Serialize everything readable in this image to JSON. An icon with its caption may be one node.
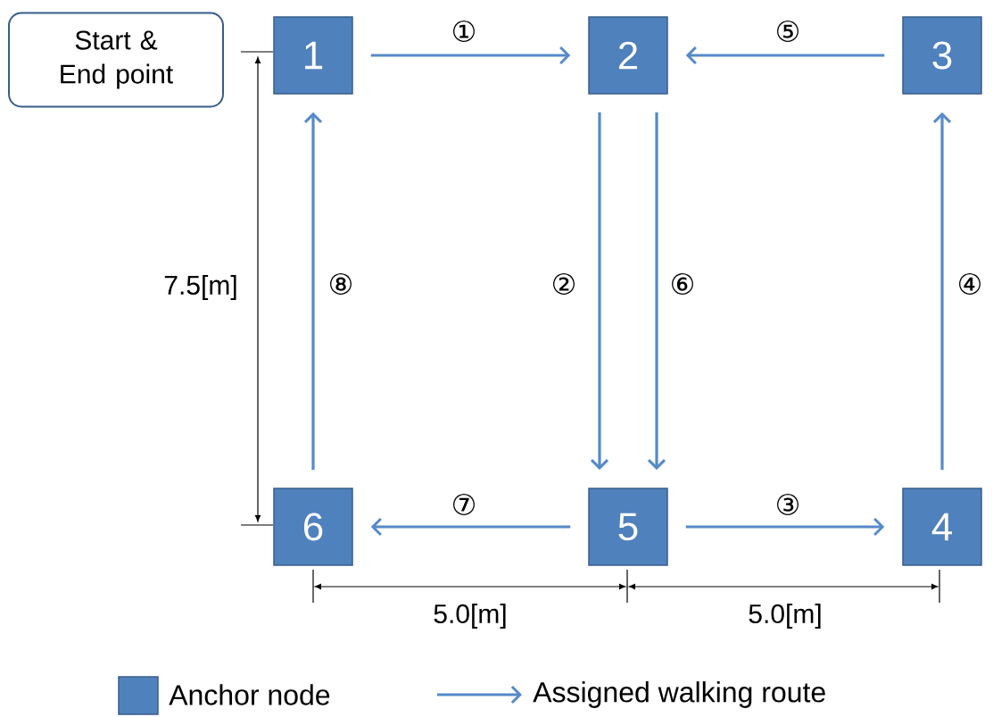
{
  "diagram": {
    "nodes": [
      {
        "text": [
          "Start & End point"
        ]
      },
      {
        "text": [
          "1"
        ]
      },
      {
        "text": [
          "2"
        ]
      },
      {
        "text": [
          "3"
        ]
      },
      {
        "text": [
          "4"
        ]
      },
      {
        "text": [
          "5"
        ]
      },
      {
        "text": [
          "6"
        ]
      }
    ],
    "edges": [
      {
        "from": 1,
        "to": 2,
        "arrow": "to",
        "label": "①"
      },
      {
        "from": 2,
        "to": 5,
        "arrow": "to",
        "label": "②"
      },
      {
        "from": 5,
        "to": 4,
        "arrow": "to",
        "label": "③"
      },
      {
        "from": 4,
        "to": 3,
        "arrow": "to",
        "label": "④"
      },
      {
        "from": 3,
        "to": 2,
        "arrow": "to",
        "label": "⑤"
      },
      {
        "from": 2,
        "to": 5,
        "arrow": "to",
        "label": "⑥"
      },
      {
        "from": 5,
        "to": 6,
        "arrow": "to",
        "label": "⑦"
      },
      {
        "from": 6,
        "to": 1,
        "arrow": "to",
        "label": "⑧"
      }
    ],
    "labels": [
      "7.5[m]",
      "5.0[m]",
      "5.0[m]"
    ],
    "legend": [
      {
        "text": "Anchor node",
        "color": "#4f81bd"
      },
      {
        "text": "Assigned walking route"
      }
    ]
  }
}
